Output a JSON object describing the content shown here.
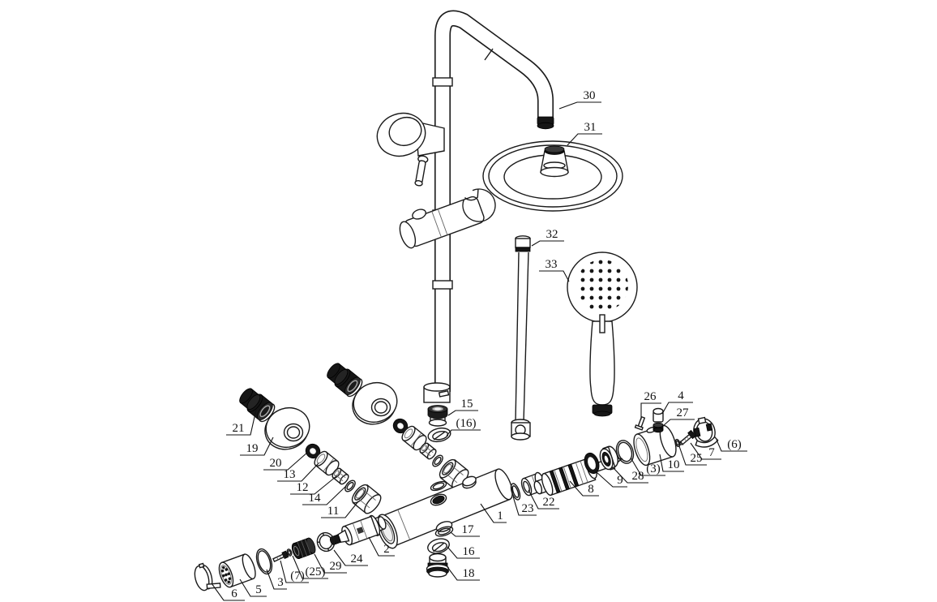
{
  "diagram": {
    "style": "exploded-parts-line-drawing",
    "background": "#ffffff",
    "ink": "#1a1a1a"
  },
  "labels": {
    "n1": "1",
    "n2": "2",
    "n3": "3",
    "n3p": "(3)",
    "n4": "4",
    "n5": "5",
    "n6": "6",
    "n6p": "(6)",
    "n7": "7",
    "n7p": "(7)",
    "n8": "8",
    "n9": "9",
    "n10": "10",
    "n11": "11",
    "n12": "12",
    "n13": "13",
    "n14": "14",
    "n15": "15",
    "n16": "16",
    "n16p": "(16)",
    "n17": "17",
    "n18": "18",
    "n19": "19",
    "n20": "20",
    "n21": "21",
    "n22": "22",
    "n23": "23",
    "n24": "24",
    "n25": "25",
    "n25p": "(25)",
    "n26": "26",
    "n27": "27",
    "n28": "28",
    "n29": "29",
    "n30": "30",
    "n31": "31",
    "n32": "32",
    "n33": "33"
  }
}
